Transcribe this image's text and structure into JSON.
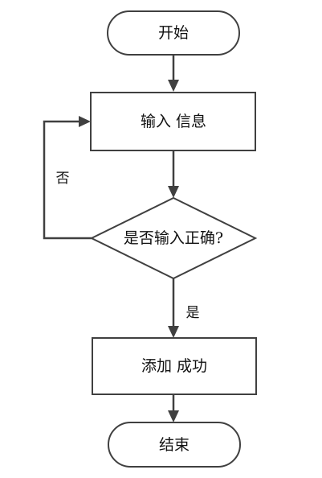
{
  "nodes": {
    "start": {
      "label": "开始"
    },
    "input": {
      "label": "输入 信息"
    },
    "decision": {
      "label": "是否输入正确?"
    },
    "success": {
      "label": "添加 成功"
    },
    "end": {
      "label": "结束"
    }
  },
  "edges": {
    "no_label": "否",
    "yes_label": "是"
  }
}
